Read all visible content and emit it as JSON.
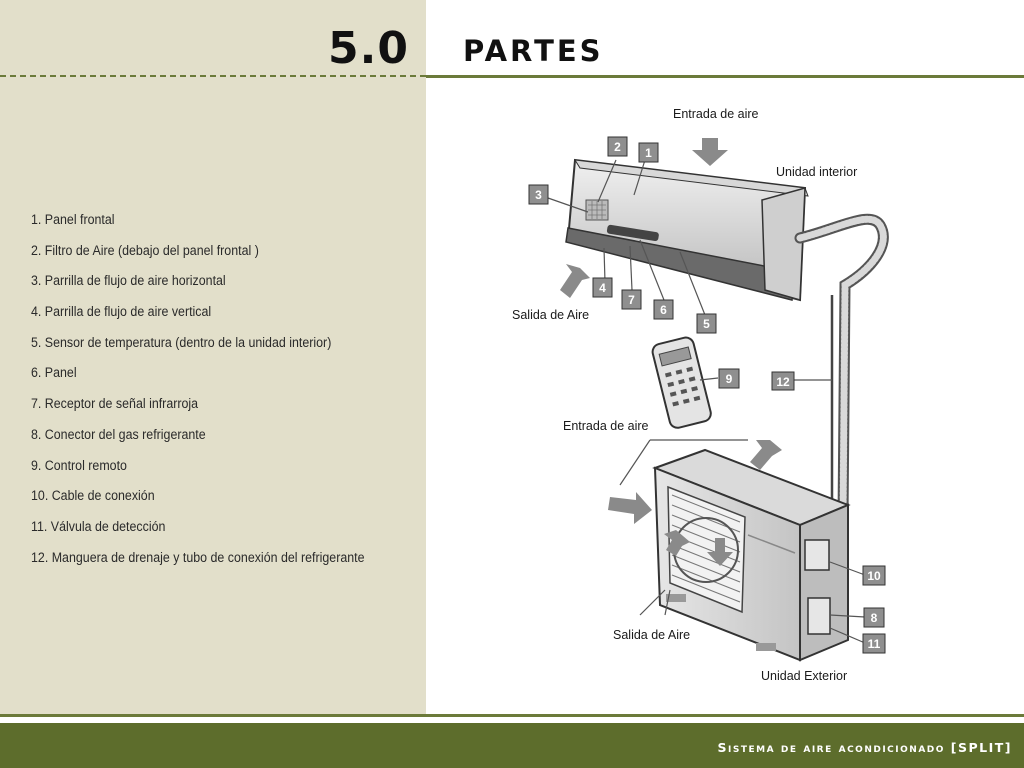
{
  "header": {
    "number": "5.0",
    "title": "partes"
  },
  "parts": [
    "1. Panel frontal",
    "2. Filtro de Aire (debajo del panel frontal )",
    "3. Parrilla de flujo de aire horizontal",
    "4. Parrilla de flujo de aire vertical",
    "5. Sensor de temperatura (dentro de la unidad interior)",
    "6. Panel",
    "7. Receptor de señal infrarroja",
    "8. Conector del gas refrigerante",
    "9. Control remoto",
    "10. Cable de conexión",
    "11. Válvula de detección",
    "12. Manguera de drenaje y tubo de conexión del refrigerante"
  ],
  "diagram": {
    "labels": {
      "entrada_aire_top": "Entrada de aire",
      "unidad_interior": "Unidad interior",
      "salida_aire_top": "Salida de Aire",
      "entrada_aire_mid": "Entrada de aire",
      "salida_aire_bottom": "Salida de Aire",
      "unidad_exterior": "Unidad Exterior"
    },
    "callouts": [
      "1",
      "2",
      "3",
      "4",
      "5",
      "6",
      "7",
      "8",
      "9",
      "10",
      "11",
      "12"
    ]
  },
  "footer": {
    "text": "Sistema de aire acondicionado [SPLIT]"
  },
  "colors": {
    "accent": "#5d6d2c",
    "panel": "#e2dfca",
    "callout": "#8f8f8f"
  }
}
